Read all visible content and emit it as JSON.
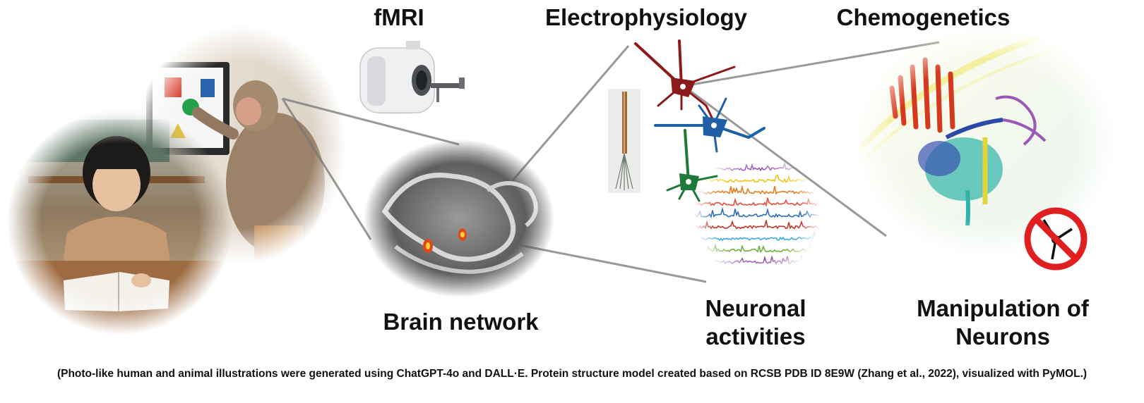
{
  "labels": {
    "fmri": "fMRI",
    "electrophysiology": "Electrophysiology",
    "chemogenetics": "Chemogenetics",
    "brain_network": "Brain network",
    "neuronal_line1": "Neuronal",
    "neuronal_line2": "activities",
    "manipulation_line1": "Manipulation of",
    "manipulation_line2": "Neurons"
  },
  "footer": "(Photo-like human and animal illustrations were generated using ChatGPT-4o and DALL·E. Protein structure model created based on RCSB PDB ID 8E9W (Zhang et al., 2022), visualized with PyMOL.)",
  "colors": {
    "neuron_red": "#8b1a1a",
    "neuron_blue": "#1f5fa6",
    "neuron_green": "#1d7a3a",
    "prohibit_red": "#e02020",
    "trace_colors": [
      "#8e44ad",
      "#f1c40f",
      "#e67e22",
      "#e74c3c",
      "#2e6fb7",
      "#c0392b",
      "#3fa9e0",
      "#6bb23a",
      "#8e44ad"
    ]
  },
  "icons": [
    "child-writing-illustration",
    "monkey-touchscreen-illustration",
    "mri-scanner-illustration",
    "brain-slice-illustration",
    "electrode-illustration",
    "neurons-illustration",
    "spike-traces-illustration",
    "protein-structure-illustration",
    "prohibition-icon"
  ]
}
